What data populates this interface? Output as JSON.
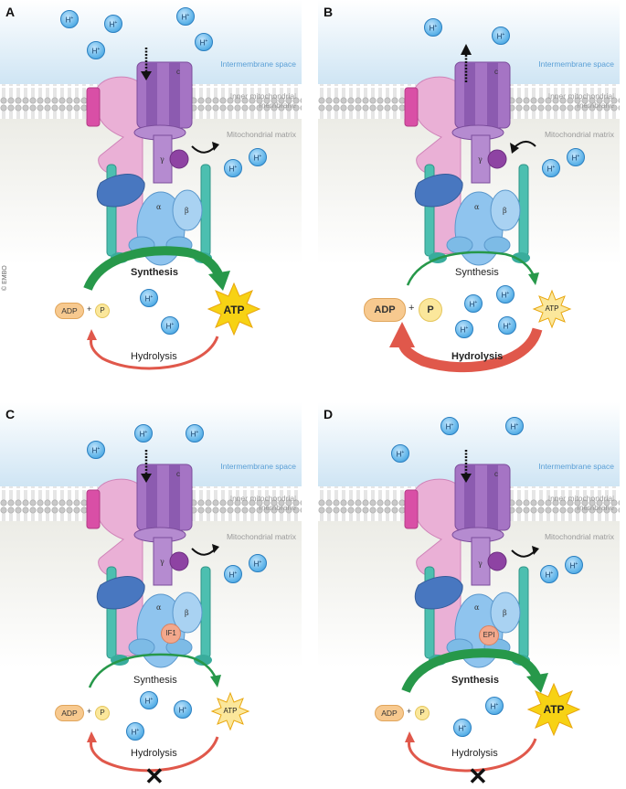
{
  "copyright": "© EMBO",
  "regions": {
    "intermembrane": "Intermembrane space",
    "inner_membrane": "Inner mitochondrial membrane",
    "matrix": "Mitochondrial matrix"
  },
  "subunits": {
    "gamma": "γ",
    "alpha": "α",
    "beta": "β",
    "c": "c"
  },
  "ion_label": "H",
  "ion_charge": "+",
  "labels": {
    "synthesis": "Synthesis",
    "hydrolysis": "Hydrolysis",
    "adp": "ADP",
    "plus": "+",
    "p": "P",
    "atp": "ATP"
  },
  "panels": [
    {
      "id": "A",
      "state": "synthesis-dominant",
      "inhibitor": ""
    },
    {
      "id": "B",
      "state": "hydrolysis-dominant",
      "inhibitor": ""
    },
    {
      "id": "C",
      "state": "inhibited",
      "inhibitor": "IF1"
    },
    {
      "id": "D",
      "state": "inhibited-synthesis-active",
      "inhibitor": "EPI"
    }
  ],
  "colors": {
    "intermembrane": "#d4e9f6",
    "matrix": "#f2f2ee",
    "pink_stator": "#e9a9d3",
    "purple_rotor": "#9d69b8",
    "teal_stalk": "#4cbfb0",
    "blue_head": "#8fc4ee",
    "synthesis_arrow": "#27984a",
    "hydrolysis_arrow": "#e0584b",
    "atp_star": "#f7d214"
  }
}
